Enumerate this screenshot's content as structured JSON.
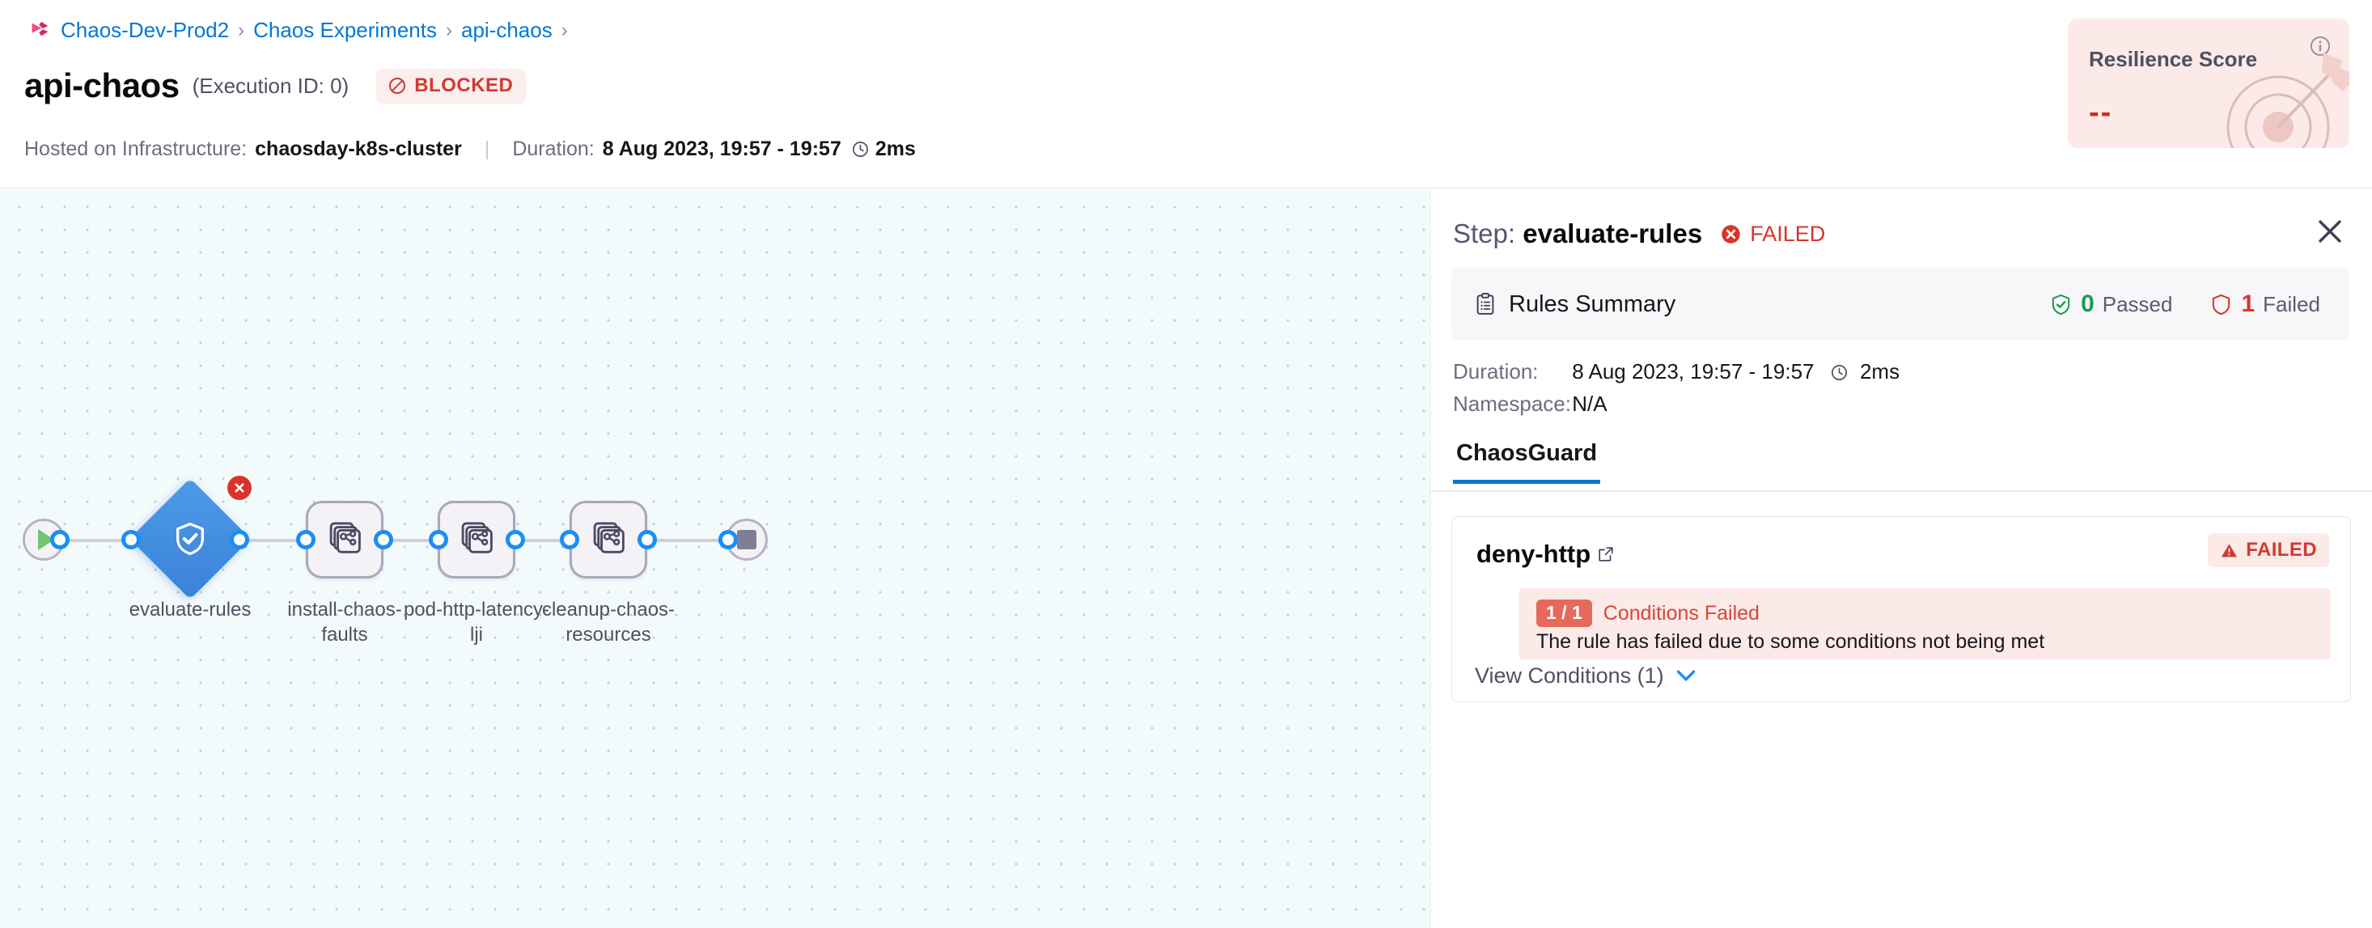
{
  "breadcrumb": {
    "logo_icon": "harness-logo-icon",
    "separator": "›",
    "items": [
      {
        "label": "Chaos-Dev-Prod2"
      },
      {
        "label": "Chaos Experiments"
      },
      {
        "label": "api-chaos"
      }
    ]
  },
  "header": {
    "title": "api-chaos",
    "execution_id": "(Execution ID: 0)",
    "status": {
      "label": "BLOCKED",
      "icon": "blocked-circle-slash-icon",
      "color": "#cf3b30",
      "bg": "#fceeed"
    },
    "infrastructure_label": "Hosted on Infrastructure:",
    "infrastructure_value": "chaosday-k8s-cluster",
    "divider": "|",
    "duration_label": "Duration:",
    "duration_range": "8 Aug 2023, 19:57 - 19:57",
    "duration_icon": "clock-icon",
    "duration_value": "2ms"
  },
  "resilience_card": {
    "title": "Resilience Score",
    "value": "--",
    "info_icon": "info-circle-icon",
    "art_icon": "dartboard-arrow-icon",
    "bg": "#fbeae8",
    "value_color": "#cf2f24"
  },
  "canvas": {
    "start_node": {
      "name": "start-node",
      "icon": "play-icon"
    },
    "end_node": {
      "name": "end-node",
      "icon": "stop-square-icon"
    },
    "nodes": [
      {
        "id": "evaluate-rules",
        "label": "evaluate-rules",
        "shape": "diamond",
        "icon": "shield-check-icon",
        "status": "failed",
        "status_icon": "error-x-icon"
      },
      {
        "id": "install-chaos-faults",
        "label": "install-chaos-faults",
        "shape": "rounded-square",
        "icon": "chaos-faults-icon",
        "status": "not-started"
      },
      {
        "id": "pod-http-latency-lji",
        "label": "pod-http-latency-lji",
        "shape": "rounded-square",
        "icon": "chaos-faults-icon",
        "status": "not-started"
      },
      {
        "id": "cleanup-chaos-resources",
        "label": "cleanup-chaos-resources",
        "shape": "rounded-square",
        "icon": "chaos-faults-icon",
        "status": "not-started"
      }
    ]
  },
  "panel": {
    "step_prefix": "Step:",
    "step_name": "evaluate-rules",
    "step_status": "FAILED",
    "step_status_icon": "error-x-icon",
    "close_icon": "close-icon",
    "rules_summary": {
      "icon": "clipboard-list-icon",
      "label": "Rules Summary",
      "passed_count": "0",
      "passed_label": "Passed",
      "passed_icon": "shield-check-icon",
      "failed_count": "1",
      "failed_label": "Failed",
      "failed_icon": "shield-outline-icon"
    },
    "details": {
      "duration_key": "Duration:",
      "duration_value": "8 Aug 2023, 19:57 - 19:57",
      "duration_icon": "clock-icon",
      "duration_ms": "2ms",
      "namespace_key": "Namespace:",
      "namespace_value": "N/A"
    },
    "tabs": [
      {
        "label": "ChaosGuard",
        "active": true
      }
    ],
    "rule": {
      "name": "deny-http",
      "external_link_icon": "external-link-icon",
      "status_label": "FAILED",
      "status_icon": "warning-triangle-icon",
      "conditions_chip": "1 / 1",
      "conditions_label": "Conditions Failed",
      "conditions_description": "The rule has failed due to some conditions not being met",
      "view_conditions_label": "View Conditions (1)",
      "view_conditions_icon": "chevron-down-icon"
    }
  }
}
